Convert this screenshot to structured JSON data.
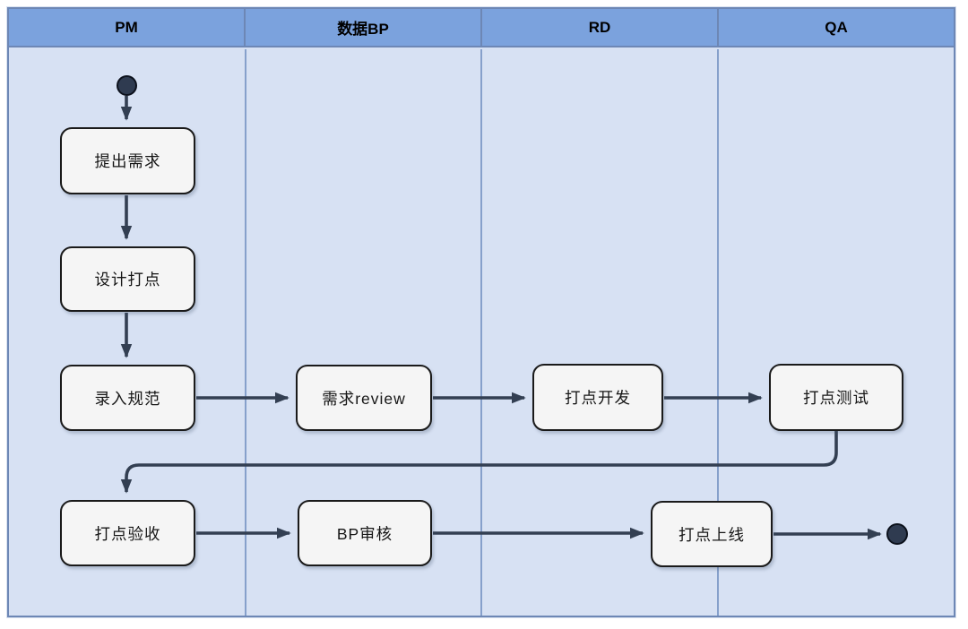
{
  "diagram": {
    "kind": "activity-swimlane-flowchart",
    "lanes": [
      {
        "label": "PM"
      },
      {
        "label": "数据BP"
      },
      {
        "label": "RD"
      },
      {
        "label": "QA"
      }
    ],
    "nodes": {
      "start": {
        "kind": "initial-node",
        "lane": "PM"
      },
      "propose": {
        "label": "提出需求",
        "lane": "PM"
      },
      "design": {
        "label": "设计打点",
        "lane": "PM"
      },
      "entry": {
        "label": "录入规范",
        "lane": "PM"
      },
      "review": {
        "label": "需求review",
        "lane": "数据BP"
      },
      "develop": {
        "label": "打点开发",
        "lane": "RD"
      },
      "test": {
        "label": "打点测试",
        "lane": "QA"
      },
      "accept": {
        "label": "打点验收",
        "lane": "PM"
      },
      "bp_audit": {
        "label": "BP审核",
        "lane": "数据BP"
      },
      "launch": {
        "label": "打点上线",
        "lane": "RD/QA"
      },
      "end": {
        "kind": "final-node",
        "lane": "QA"
      }
    },
    "edges": [
      {
        "from": "start",
        "to": "propose"
      },
      {
        "from": "propose",
        "to": "design"
      },
      {
        "from": "design",
        "to": "entry"
      },
      {
        "from": "entry",
        "to": "review"
      },
      {
        "from": "review",
        "to": "develop"
      },
      {
        "from": "develop",
        "to": "test"
      },
      {
        "from": "test",
        "to": "accept"
      },
      {
        "from": "accept",
        "to": "bp_audit"
      },
      {
        "from": "bp_audit",
        "to": "launch"
      },
      {
        "from": "launch",
        "to": "end"
      }
    ],
    "colors": {
      "header_fill": "#7ba2dd",
      "lane_fill": "#d7e1f3",
      "lane_divider": "#86a0cb",
      "header_divider": "#6d87b5",
      "frame_border": "#6d87b5",
      "node_fill": "#f5f5f5",
      "node_border": "#1a1a1a",
      "arrow": "#333f52",
      "terminal_fill": "#2f3b50"
    }
  }
}
